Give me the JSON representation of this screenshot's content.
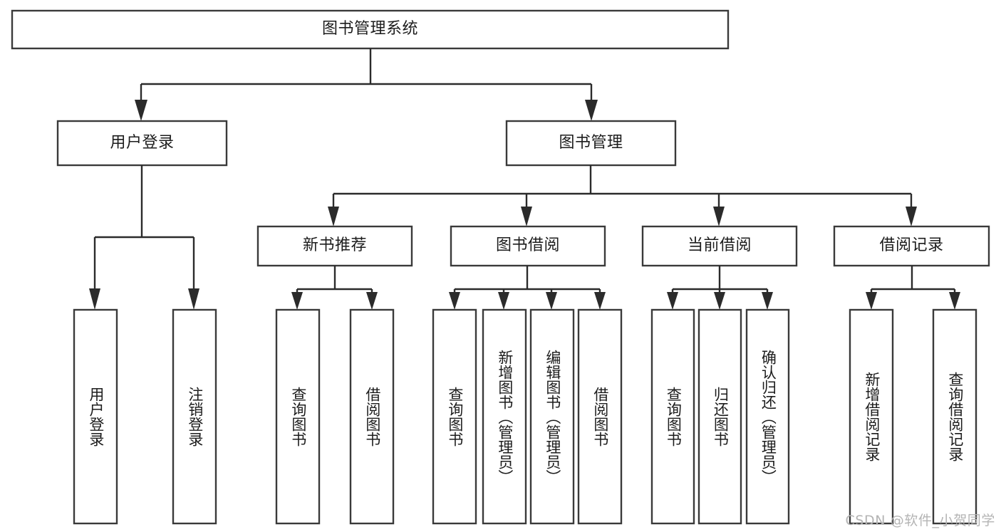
{
  "diagram": {
    "title": "图书管理系统",
    "type": "tree-hierarchy-chart",
    "watermark": "CSDN @软件_小贺同学",
    "colors": {
      "box_stroke": "#3a3a3a",
      "connector": "#2b2b2b",
      "box_fill": "#ffffff",
      "text": "#1c1c1c",
      "watermark": "#b4b4b4",
      "background": "#ffffff"
    },
    "root": {
      "label": "图书管理系统"
    },
    "level2": [
      {
        "label": "用户登录"
      },
      {
        "label": "图书管理"
      }
    ],
    "level3": [
      {
        "label": "新书推荐"
      },
      {
        "label": "图书借阅"
      },
      {
        "label": "当前借阅"
      },
      {
        "label": "借阅记录"
      }
    ],
    "leaves": {
      "user_login": [
        {
          "label": "用户登录"
        },
        {
          "label": "注销登录"
        }
      ],
      "new_book": [
        {
          "label": "查询图书"
        },
        {
          "label": "借阅图书"
        }
      ],
      "book_borrow": [
        {
          "label": "查询图书"
        },
        {
          "label": "新增图书（管理员）"
        },
        {
          "label": "编辑图书（管理员）"
        },
        {
          "label": "借阅图书"
        }
      ],
      "current_borrow": [
        {
          "label": "查询图书"
        },
        {
          "label": "归还图书"
        },
        {
          "label": "确认归还（管理员）"
        }
      ],
      "borrow_record": [
        {
          "label": "新增借阅记录"
        },
        {
          "label": "查询借阅记录"
        }
      ]
    }
  }
}
